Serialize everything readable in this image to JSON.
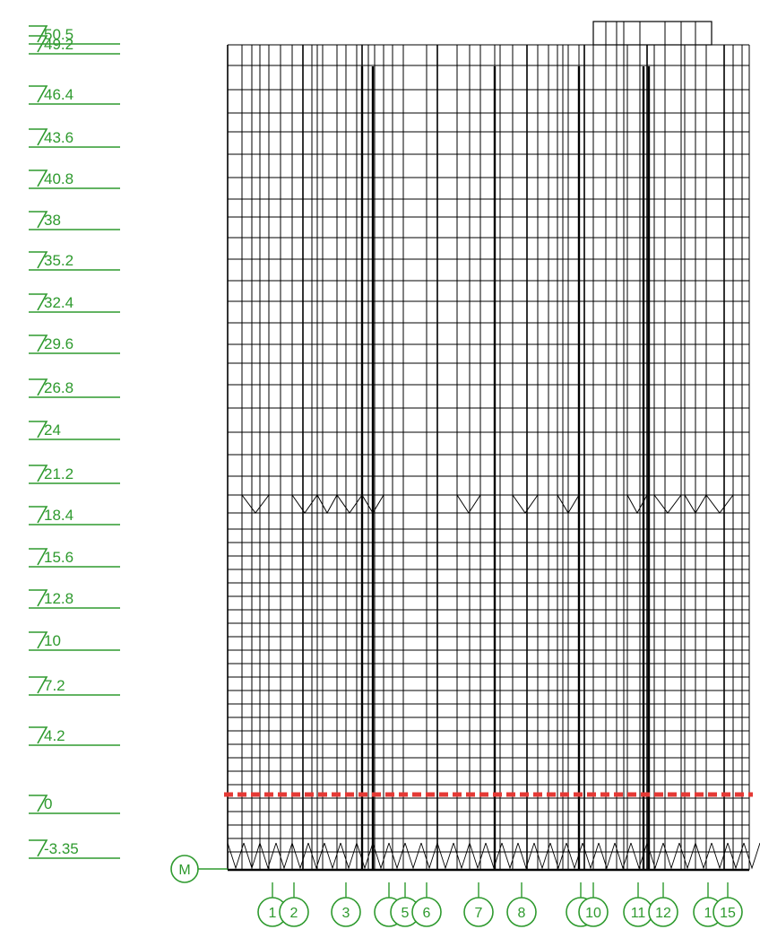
{
  "colors": {
    "annotation": "#2e9a2e",
    "structure": "#000000",
    "ground_line": "#e53935",
    "background": "#ffffff"
  },
  "icons": [
    "level-marker-triangle-icon",
    "grid-bubble-icon"
  ],
  "levels": [
    {
      "label": "50.5"
    },
    {
      "label": "49.2"
    },
    {
      "label": "46.4"
    },
    {
      "label": "43.6"
    },
    {
      "label": "40.8"
    },
    {
      "label": "38"
    },
    {
      "label": "35.2"
    },
    {
      "label": "32.4"
    },
    {
      "label": "29.6"
    },
    {
      "label": "26.8"
    },
    {
      "label": "24"
    },
    {
      "label": "21.2"
    },
    {
      "label": "18.4"
    },
    {
      "label": "15.6"
    },
    {
      "label": "12.8"
    },
    {
      "label": "10"
    },
    {
      "label": "7.2"
    },
    {
      "label": "4.2"
    },
    {
      "label": "0"
    },
    {
      "label": "-3.35"
    }
  ],
  "axis_row_label": "M",
  "grid_axes": [
    {
      "label": "1"
    },
    {
      "label": "2"
    },
    {
      "label": "3"
    },
    {
      "label": ""
    },
    {
      "label": "5"
    },
    {
      "label": "6"
    },
    {
      "label": "7"
    },
    {
      "label": "8"
    },
    {
      "label": ""
    },
    {
      "label": "10"
    },
    {
      "label": "11"
    },
    {
      "label": "12"
    },
    {
      "label": "1"
    },
    {
      "label": "15"
    }
  ]
}
